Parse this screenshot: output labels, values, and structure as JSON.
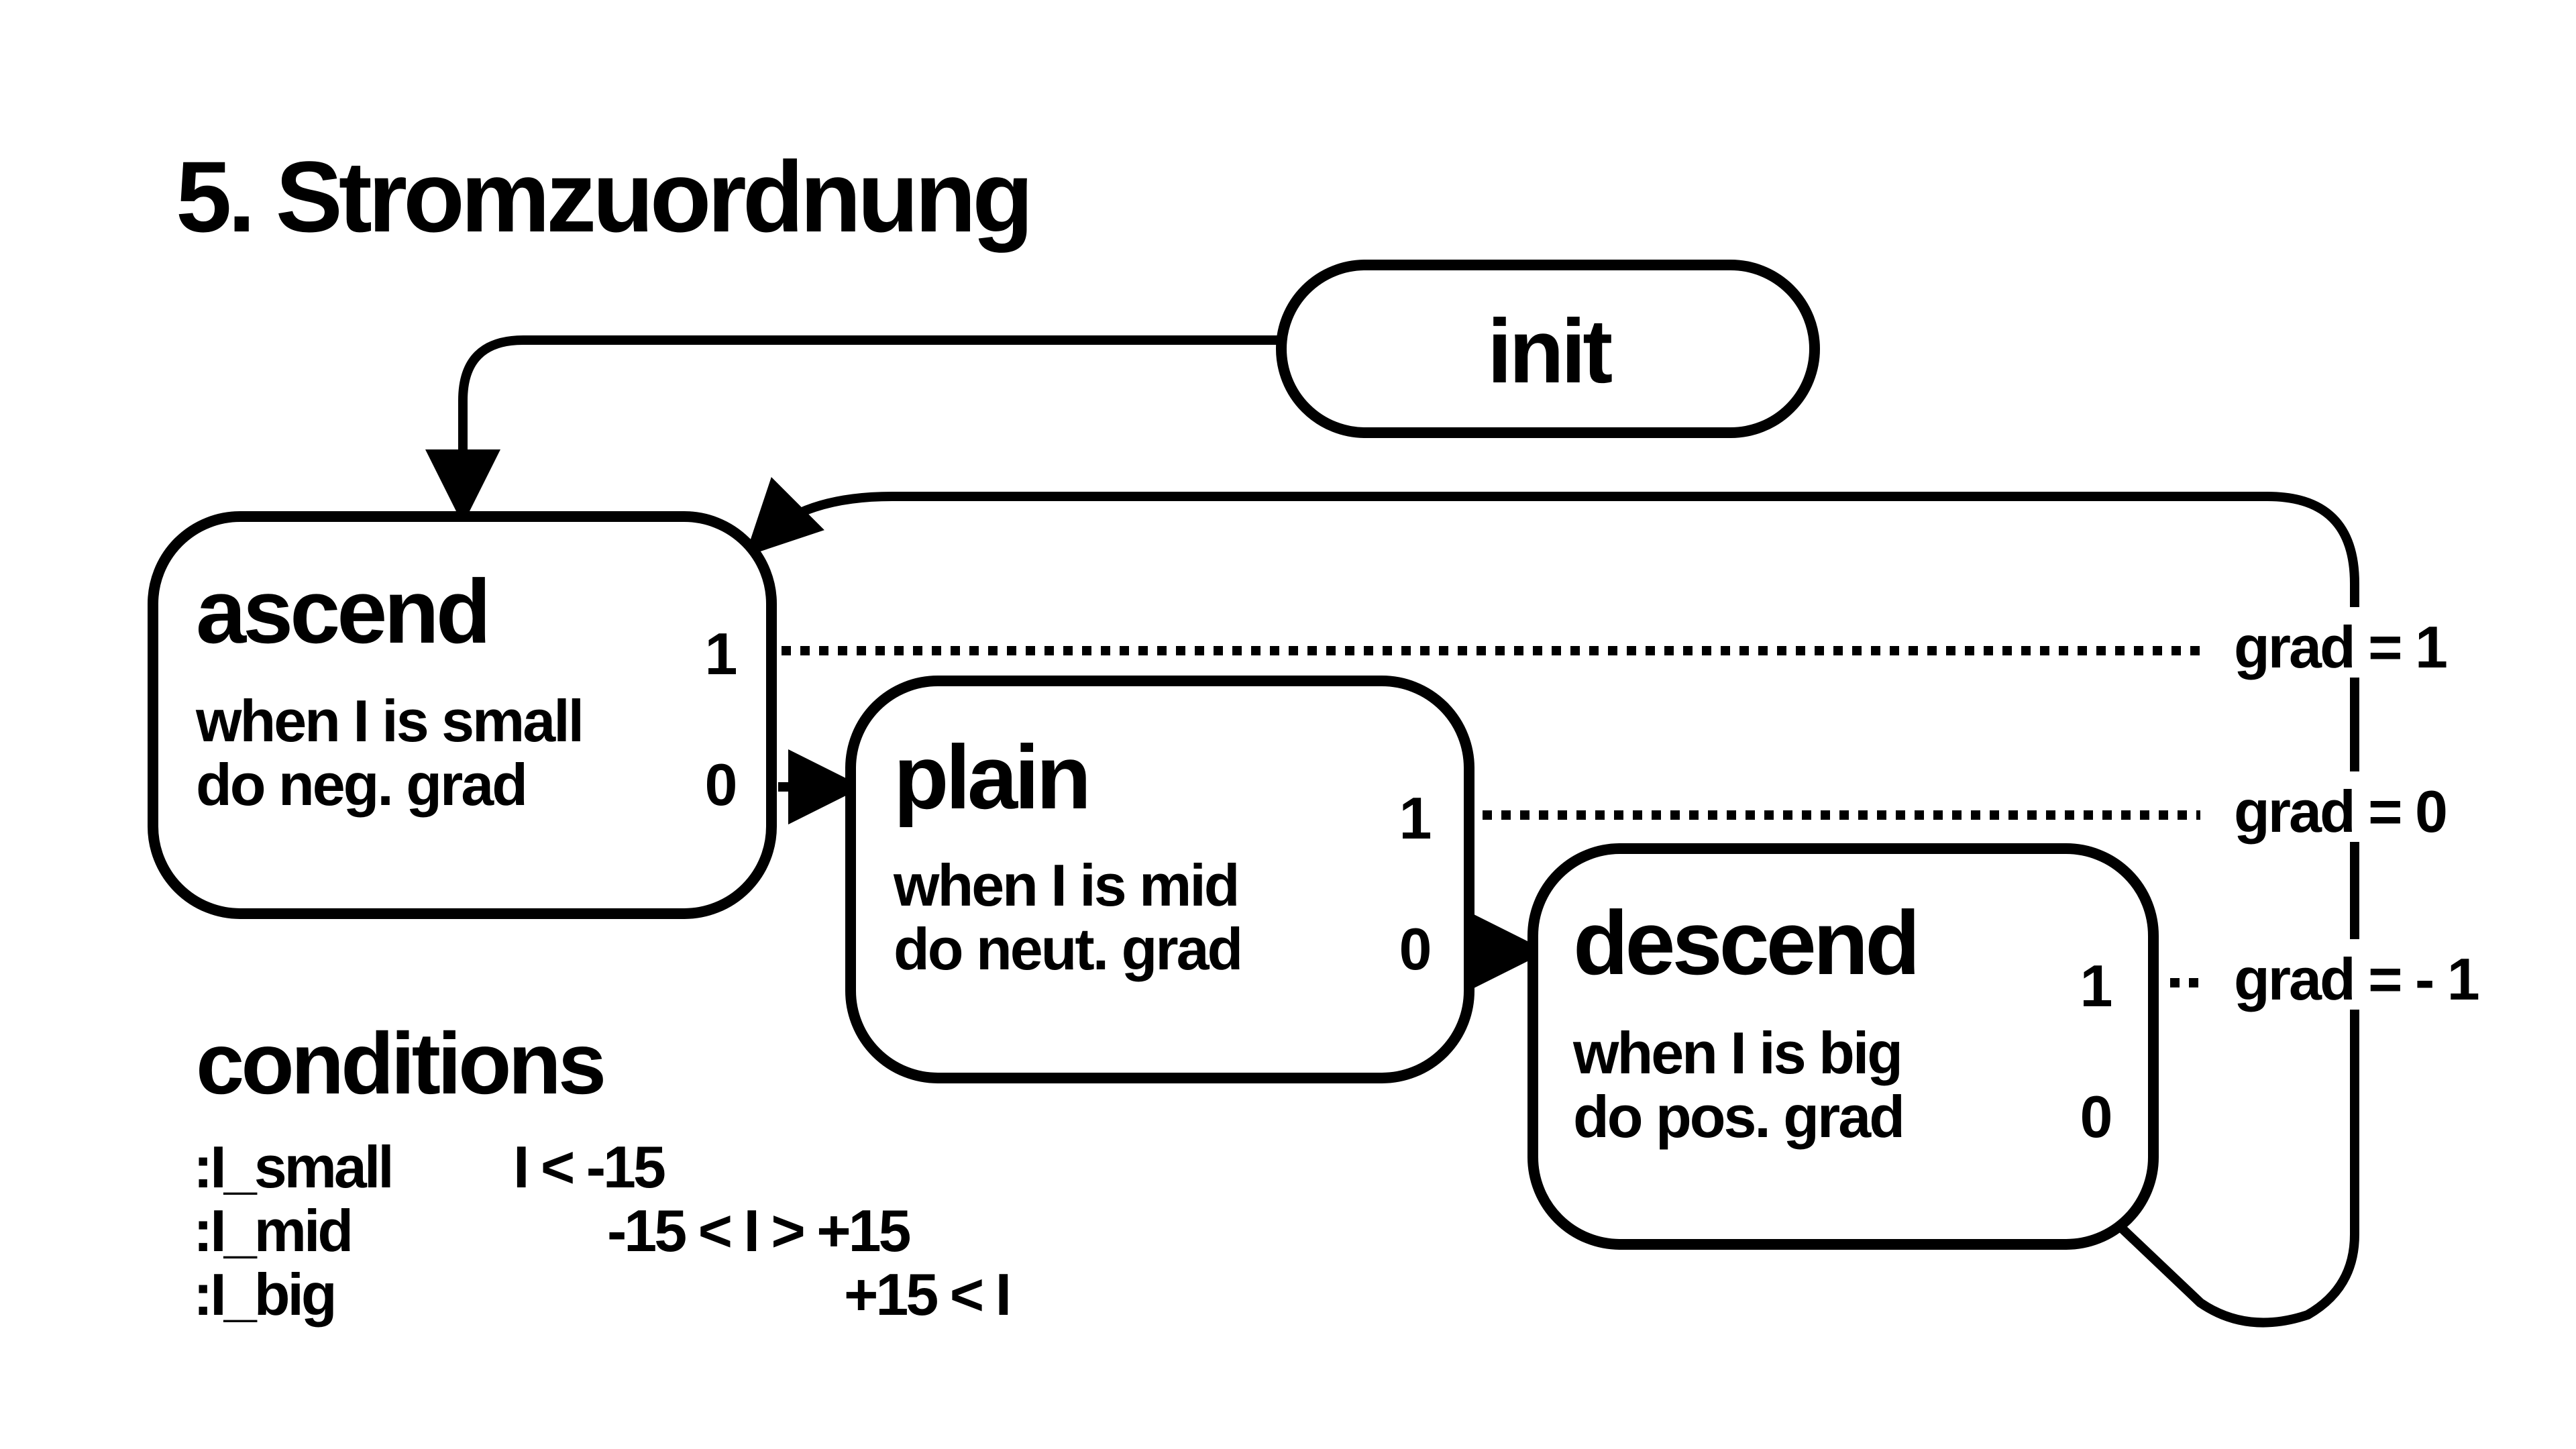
{
  "title": "5. Stromzuordnung",
  "init": {
    "label": "init"
  },
  "states": {
    "ascend": {
      "name": "ascend",
      "when": "when  I  is small",
      "do": "do neg. grad",
      "port_1": "1",
      "port_0": "0"
    },
    "plain": {
      "name": "plain",
      "when": "when  I  is mid",
      "do": "do neut. grad",
      "port_1": "1",
      "port_0": "0"
    },
    "descend": {
      "name": "descend",
      "when": "when  I  is big",
      "do": "do pos. grad",
      "port_1": "1",
      "port_0": "0"
    }
  },
  "outputs": {
    "ascend": "grad = 1",
    "plain": "grad = 0",
    "descend": "grad = - 1"
  },
  "conditions": {
    "title": "conditions",
    "rows": [
      {
        "name": ":I_small",
        "expr": "I < -15"
      },
      {
        "name": ":I_mid",
        "expr": "-15 < I > +15"
      },
      {
        "name": ":I_big",
        "expr": "+15 < I"
      }
    ]
  }
}
